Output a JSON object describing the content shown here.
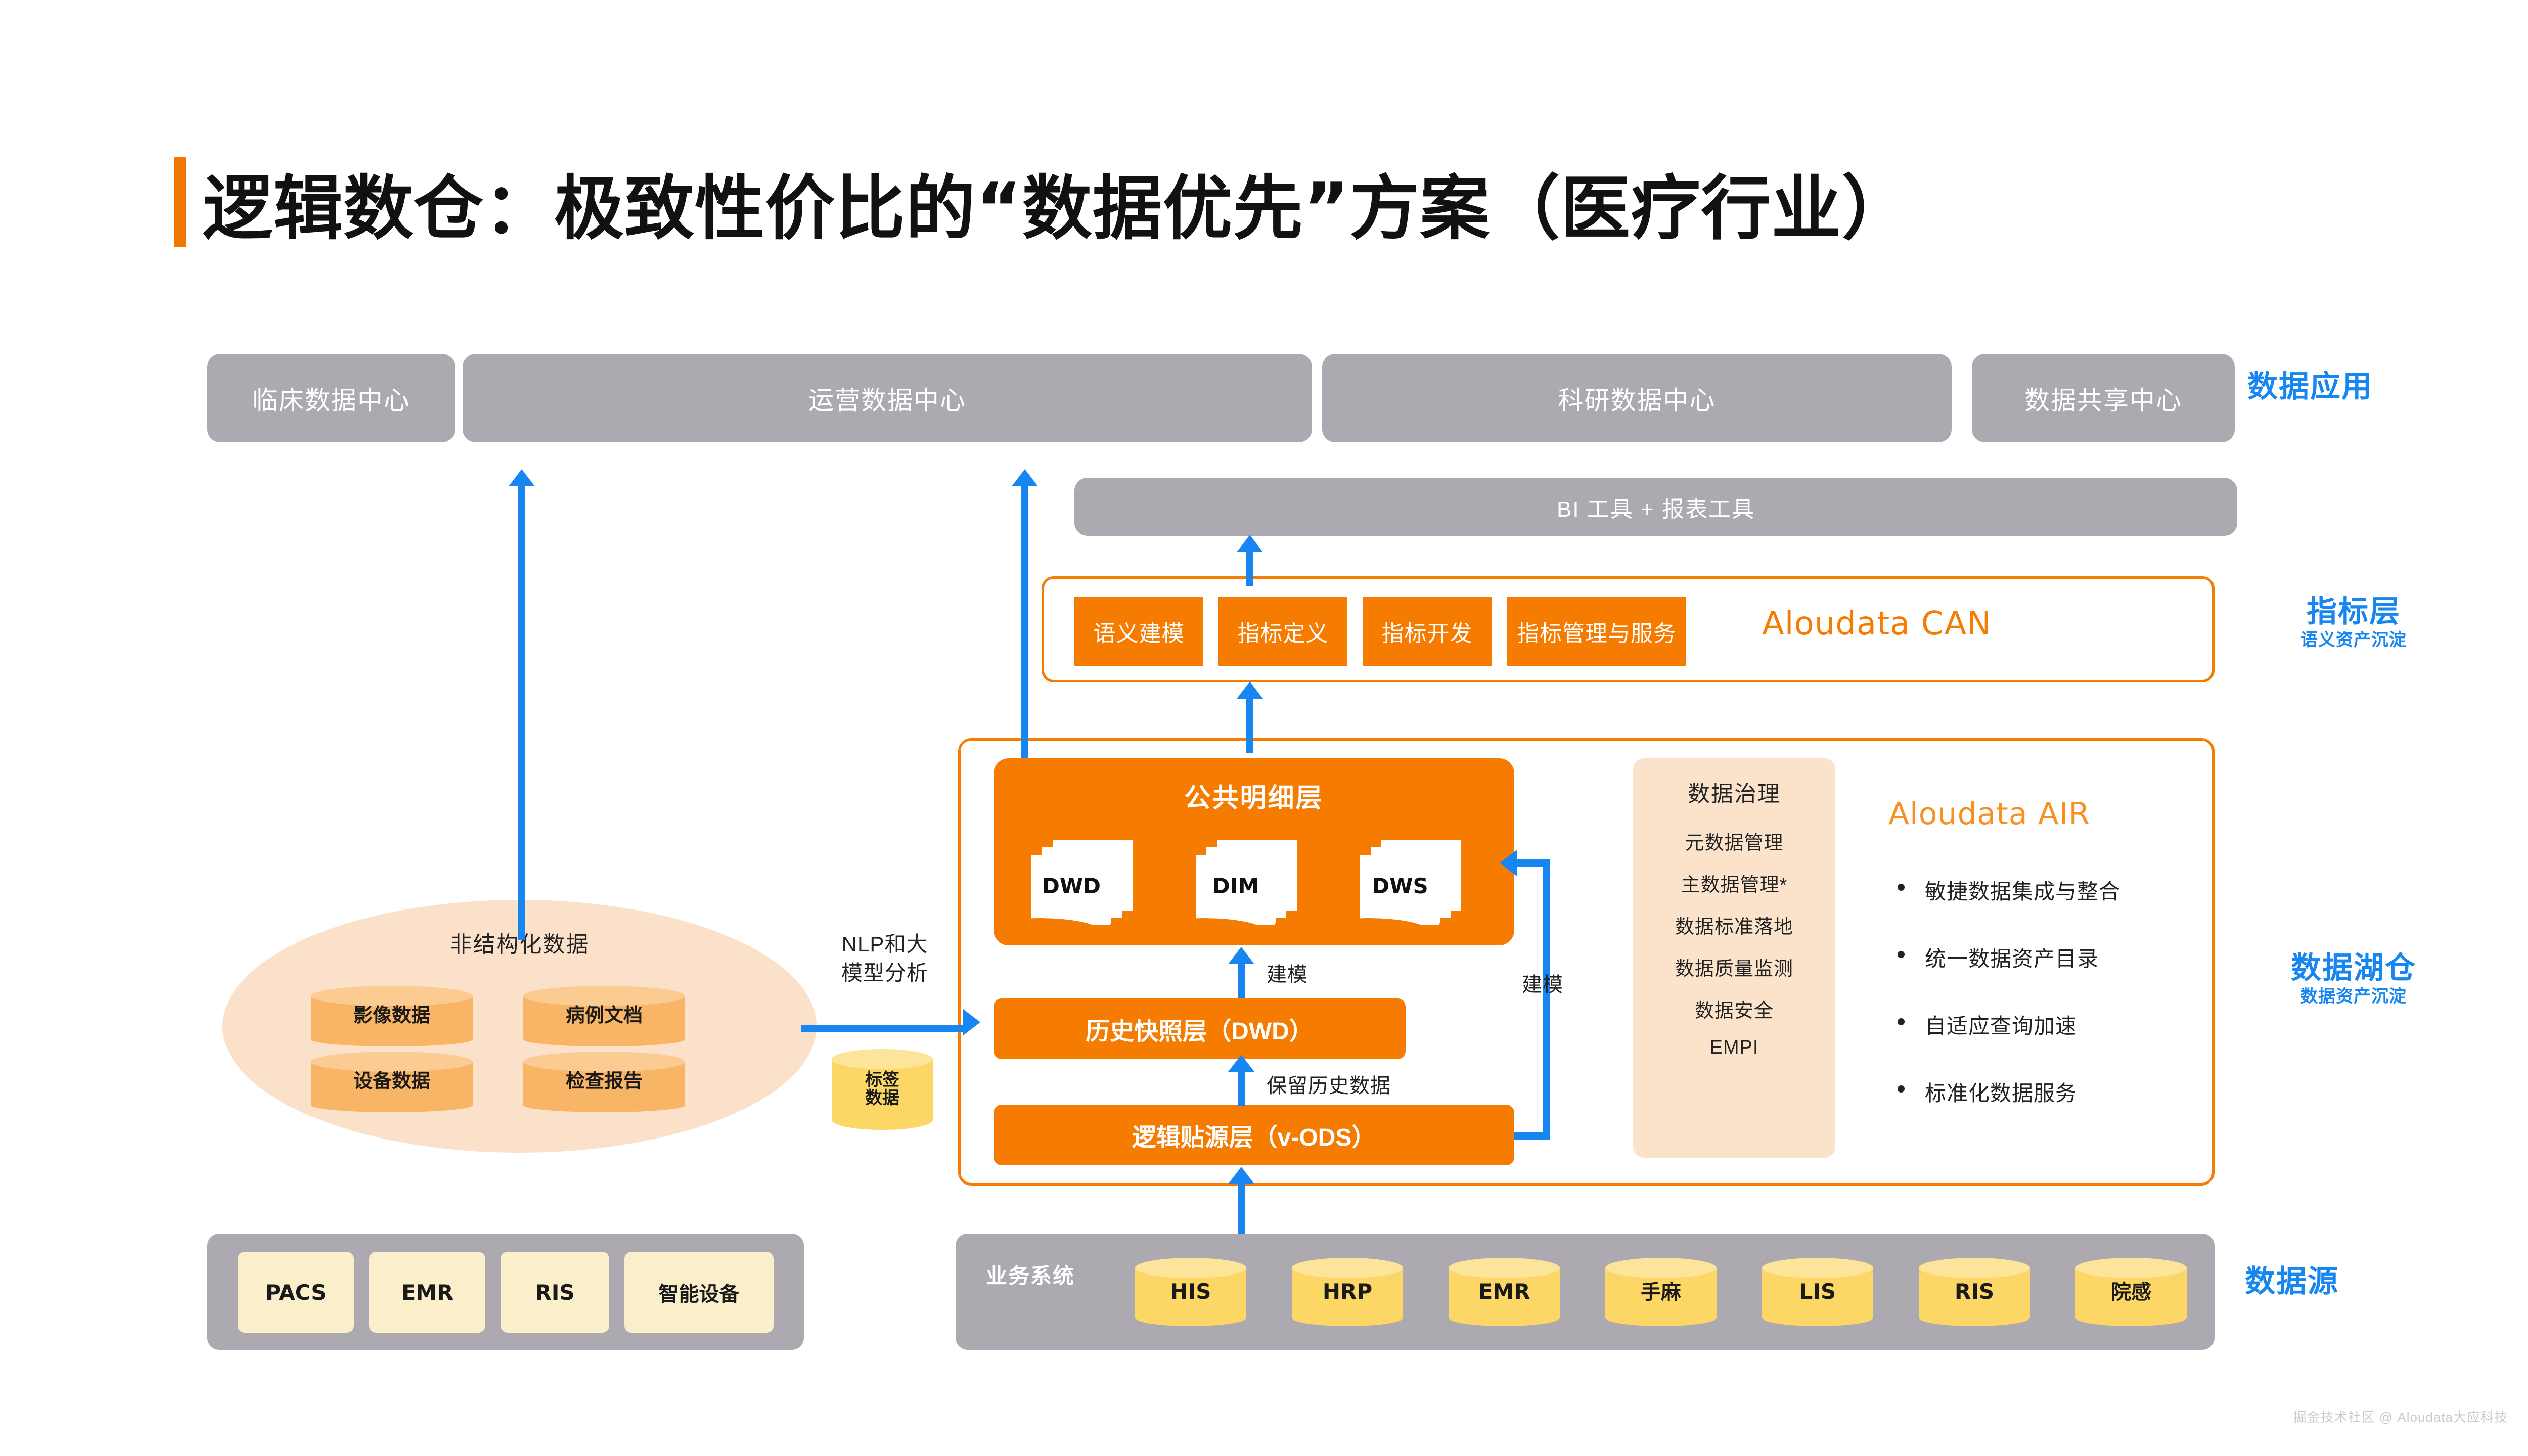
{
  "title": "逻辑数仓：极致性价比的“数据优先”方案（医疗行业）",
  "colors": {
    "accent_orange": "#F57C00",
    "brand_orange": "#F79021",
    "blue": "#1886F0",
    "gray": "#ADA9B0",
    "peach": "#FBE3CB",
    "yellow": "#FCD765"
  },
  "side_labels": [
    {
      "big": "数据应用",
      "small": ""
    },
    {
      "big": "指标层",
      "small": "语义资产沉淀"
    },
    {
      "big": "数据湖仓",
      "small": "数据资产沉淀"
    },
    {
      "big": "数据源",
      "small": ""
    }
  ],
  "application_layer": {
    "centers": [
      "临床数据中心",
      "运营数据中心",
      "科研数据中心",
      "数据共享中心"
    ],
    "bi_bar": "BI 工具 + 报表工具"
  },
  "metric_layer": {
    "brand": "Aloudata CAN",
    "chips": [
      "语义建模",
      "指标定义",
      "指标开发",
      "指标管理与服务"
    ]
  },
  "lake_layer": {
    "cdm": {
      "title": "公共明细层",
      "docs": [
        "DWD",
        "DIM",
        "DWS"
      ]
    },
    "snapshot_layer": "历史快照层（DWD）",
    "vods_layer": "逻辑贴源层（v-ODS）",
    "governance": {
      "title": "数据治理",
      "items": [
        "元数据管理",
        "主数据管理*",
        "数据标准落地",
        "数据质量监测",
        "数据安全",
        "EMPI"
      ]
    },
    "air": {
      "brand": "Aloudata AIR",
      "items": [
        "敏捷数据集成与整合",
        "统一数据资产目录",
        "自适应查询加速",
        "标准化数据服务"
      ]
    }
  },
  "unstructured": {
    "title": "非结构化数据",
    "stores": [
      "影像数据",
      "病例文档",
      "设备数据",
      "检查报告"
    ]
  },
  "tag_store": "标签\n数据",
  "tag_store_lines": [
    "标签",
    "数据"
  ],
  "edge_labels": {
    "nlp": [
      "NLP和大",
      "模型分析"
    ],
    "model_left": "建模",
    "model_right": "建模",
    "retain_history": "保留历史数据"
  },
  "data_sources": {
    "left_group": [
      "PACS",
      "EMR",
      "RIS",
      "智能设备"
    ],
    "right_group_title": "业务系统",
    "right_group": [
      "HIS",
      "HRP",
      "EMR",
      "手麻",
      "LIS",
      "RIS",
      "院感"
    ]
  },
  "watermark": "掘金技术社区 @ Aloudata大应科技"
}
